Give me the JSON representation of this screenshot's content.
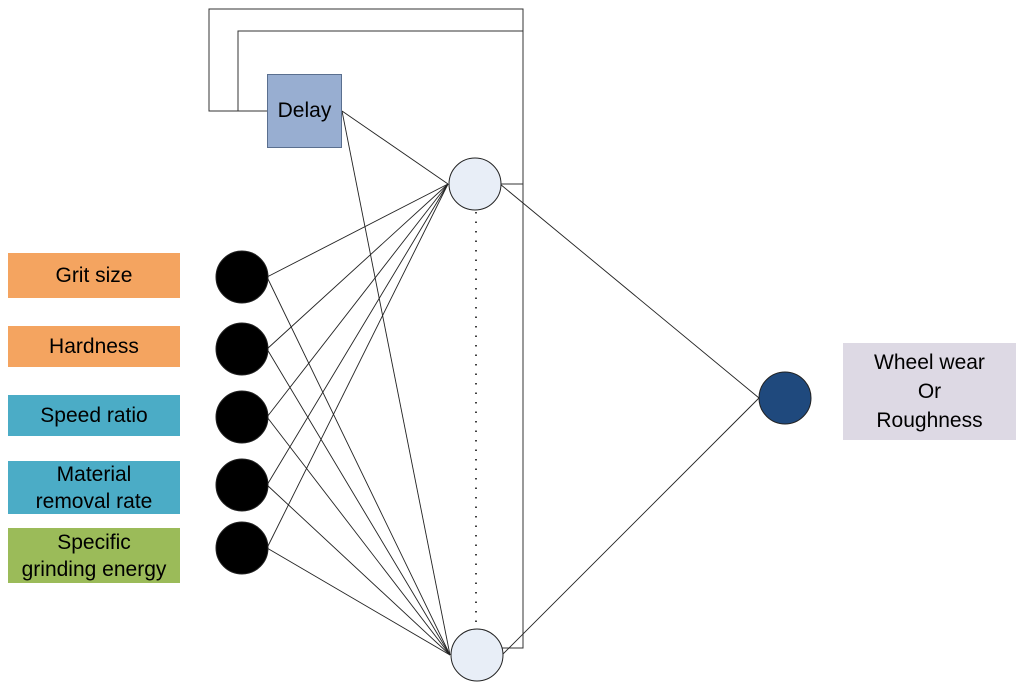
{
  "inputs": [
    {
      "label_lines": [
        "Grit size"
      ],
      "color": "#f4a460"
    },
    {
      "label_lines": [
        "Hardness"
      ],
      "color": "#f4a460"
    },
    {
      "label_lines": [
        "Speed ratio"
      ],
      "color": "#4bacc6"
    },
    {
      "label_lines": [
        "Material",
        "removal rate"
      ],
      "color": "#4bacc6"
    },
    {
      "label_lines": [
        "Specific",
        "grinding energy"
      ],
      "color": "#9bbb59"
    }
  ],
  "delay_label": "Delay",
  "output": {
    "label_lines": [
      "Wheel wear",
      "Or",
      "Roughness"
    ],
    "box_color": "#ddd9e4",
    "node_color": "#1f497d"
  },
  "colors": {
    "input_node": "#000000",
    "hidden_node": "#e8eef7",
    "delay_box": "#98aed1",
    "line": "#222222"
  }
}
